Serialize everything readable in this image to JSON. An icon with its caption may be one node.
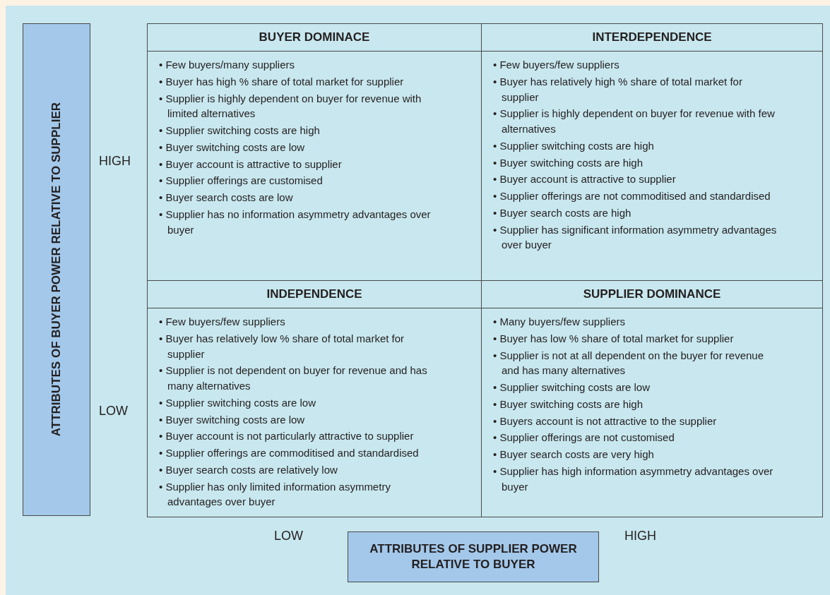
{
  "diagram": {
    "nodes": [
      {
        "text": [
          "ATTRIBUTES OF BUYER POWER RELATIVE TO SUPPLIER"
        ]
      },
      {
        "text": [
          "BUYER DOMINACE",
          "• Few buyers/many suppliers",
          "• Buyer has high % share of total market for supplier",
          "• Supplier is highly dependent on buyer for revenue with limited alternatives",
          "• Supplier switching costs are high",
          "• Buyer switching costs are low",
          "• Buyer account is attractive to supplier",
          "• Supplier offerings are customised",
          "• Buyer search costs are low",
          "• Supplier has no information asymmetry advantages over buyer"
        ]
      },
      {
        "text": [
          "INTERDEPENDENCE",
          "• Few buyers/few suppliers",
          "• Buyer has relatively high % share of total market for supplier",
          "• Supplier is highly dependent on buyer for revenue with few alternatives",
          "• Supplier switching costs are high",
          "• Buyer switching costs are high",
          "• Buyer account is attractive to supplier",
          "• Supplier offerings are not commoditised and standardised",
          "• Buyer search costs are high",
          "• Supplier has significant information asymmetry advantages over buyer"
        ]
      },
      {
        "text": [
          "INDEPENDENCE",
          "• Few buyers/few suppliers",
          "• Buyer has relatively low % share of total market for supplier",
          "• Supplier is not dependent on buyer for revenue and has many alternatives",
          "• Supplier switching costs are low",
          "• Buyer switching costs are low",
          "• Buyer account is not particularly attractive to supplier",
          "• Supplier offerings are commoditised and standardised",
          "• Buyer search costs are relatively low",
          "• Supplier has only limited information asymmetry advantages over buyer"
        ]
      },
      {
        "text": [
          "SUPPLIER DOMINANCE",
          "• Many buyers/few suppliers",
          "• Buyer has low % share of total market for supplier",
          "• Supplier is not at all dependent on the buyer for revenue and has many alternatives",
          "• Supplier switching costs are low",
          "• Buyer switching costs are high",
          "• Buyers account is not attractive to the supplier",
          "• Supplier offerings are not customised",
          "• Buyer search costs are very high",
          "• Supplier has high information asymmetry advantages over buyer"
        ]
      },
      {
        "text": [
          "ATTRIBUTES OF SUPPLIER POWER RELATIVE TO BUYER"
        ]
      }
    ],
    "edges": [],
    "labels": [
      "HIGH",
      "LOW",
      "LOW",
      "HIGH"
    ]
  }
}
